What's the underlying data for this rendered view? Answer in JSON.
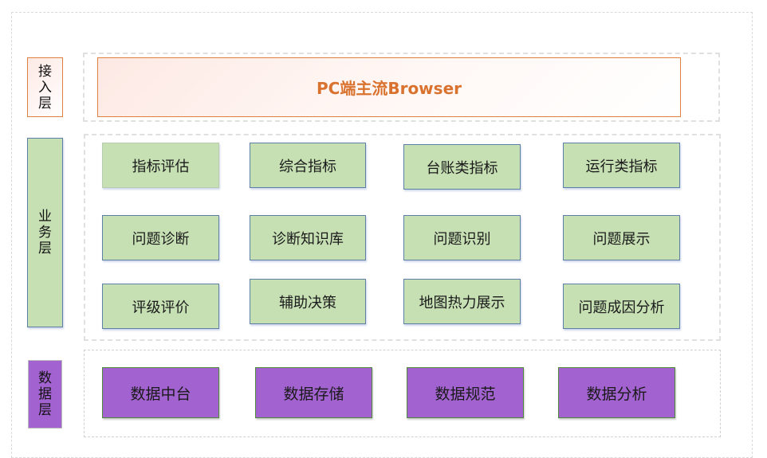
{
  "layers": {
    "access": {
      "label": "接入层",
      "items": [
        "PC端主流Browser"
      ]
    },
    "business": {
      "label": "业务层",
      "items": [
        "指标评估",
        "综合指标",
        "台账类指标",
        "运行类指标",
        "问题诊断",
        "诊断知识库",
        "问题识别",
        "问题展示",
        "评级评价",
        "辅助决策",
        "地图热力展示",
        "问题成因分析"
      ]
    },
    "data": {
      "label": "数据层",
      "items": [
        "数据中台",
        "数据存储",
        "数据规范",
        "数据分析"
      ]
    }
  },
  "colors": {
    "access_border": "#e0803f",
    "access_text": "#d9722e",
    "business_fill": "#c6e0b4",
    "business_border": "#5b7fa6",
    "data_fill": "#a262cf",
    "data_border": "#4e8a3a"
  }
}
